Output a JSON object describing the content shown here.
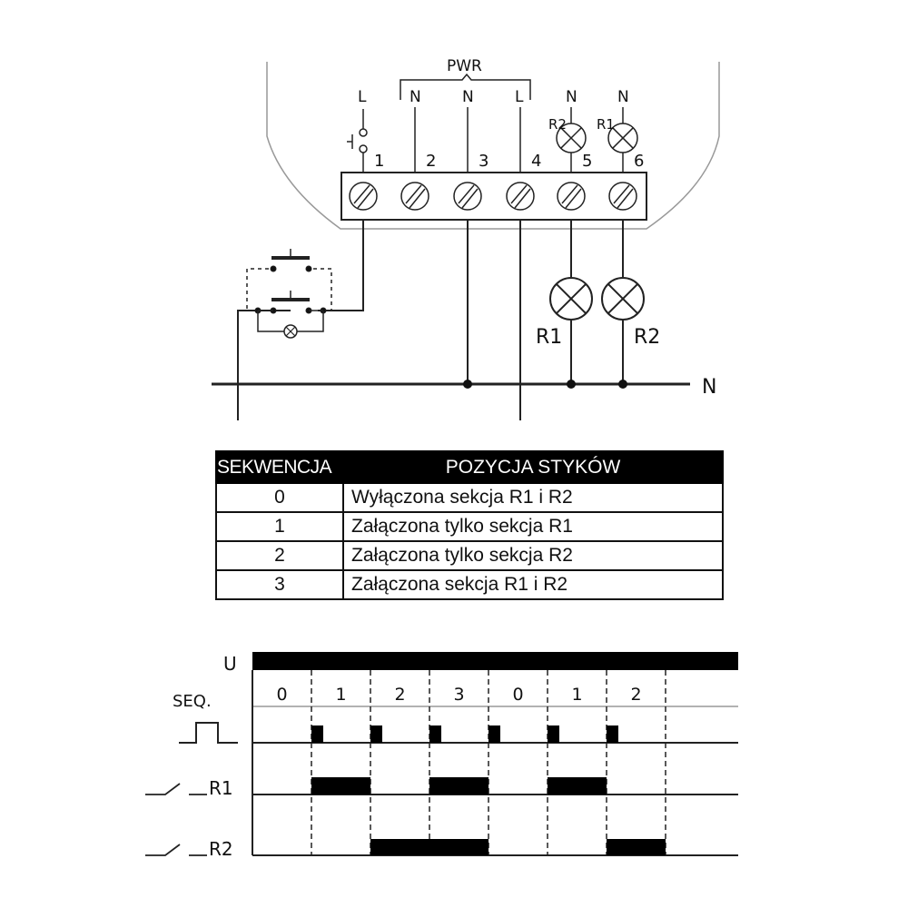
{
  "wiring": {
    "pwr_label": "PWR",
    "top_labels": [
      "L",
      "N",
      "N",
      "L",
      "N",
      "N"
    ],
    "terminal_numbers": [
      "1",
      "2",
      "3",
      "4",
      "5",
      "6"
    ],
    "top_lamp_labels": [
      "R2",
      "R1"
    ],
    "bottom_lamp_labels": [
      "R1",
      "R2"
    ],
    "neutral_label": "N"
  },
  "table": {
    "headers": [
      "SEKWENCJA",
      "POZYCJA STYKÓW"
    ],
    "rows": [
      {
        "seq": "0",
        "desc": "Wyłączona sekcja R1 i R2"
      },
      {
        "seq": "1",
        "desc": "Załączona tylko sekcja R1"
      },
      {
        "seq": "2",
        "desc": "Załączona tylko sekcja R2"
      },
      {
        "seq": "3",
        "desc": "Załączona sekcja R1 i R2"
      }
    ]
  },
  "timing": {
    "row_labels": {
      "supply": "U",
      "sequence": "SEQ.",
      "r1": "R1",
      "r2": "R2"
    },
    "sequence_values": [
      "0",
      "1",
      "2",
      "3",
      "0",
      "1",
      "2"
    ],
    "pulses_at_step": [
      1,
      2,
      3,
      4,
      5,
      6
    ],
    "r1_on": [
      false,
      true,
      false,
      true,
      false,
      true,
      false
    ],
    "r2_on": [
      false,
      false,
      true,
      true,
      false,
      false,
      true
    ]
  }
}
